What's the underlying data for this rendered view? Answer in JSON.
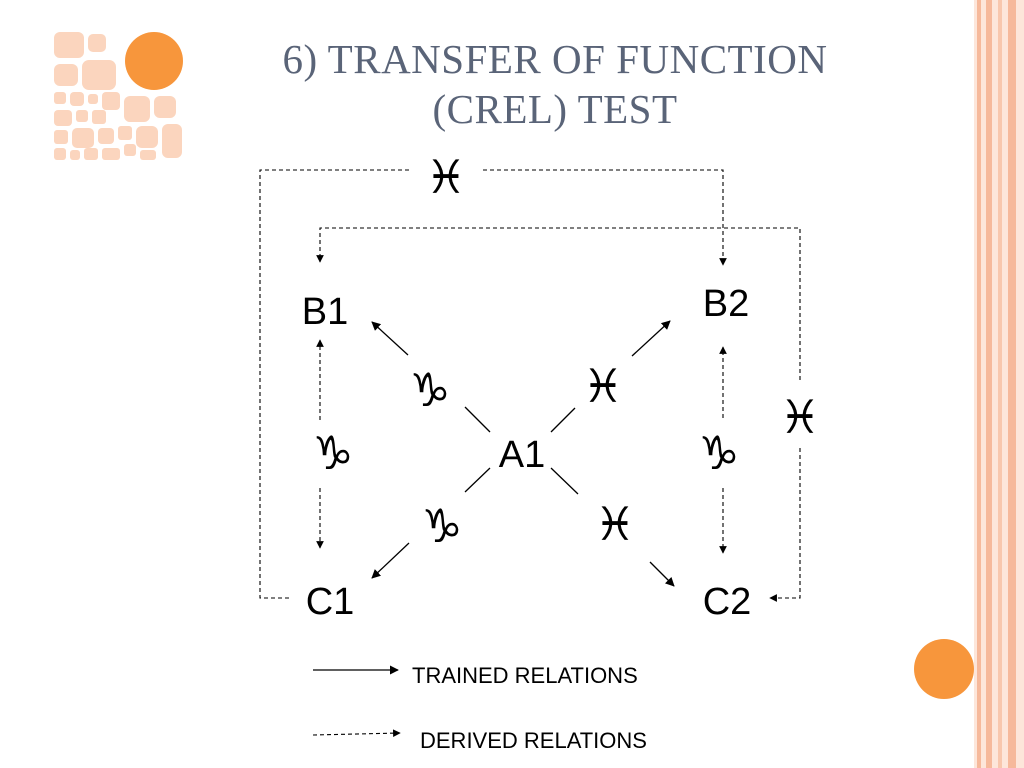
{
  "title": {
    "line1": "6) TRANSFER OF FUNCTION",
    "line2_prefix": "(C",
    "line2_sc": "REL",
    "line2_suffix": ") TEST"
  },
  "nodes": {
    "a1": "A1",
    "b1": "B1",
    "b2": "B2",
    "c1": "C1",
    "c2": "C2"
  },
  "symbols": {
    "capricorn": "♑",
    "pisces": "♓"
  },
  "legend": {
    "trained": "TRAINED RELATIONS",
    "derived": "DERIVED RELATIONS"
  },
  "colors": {
    "title": "#5a6478",
    "accent_orange": "#f7963c",
    "peach_light": "#fbd5be",
    "stripe": "#f6b99b"
  }
}
